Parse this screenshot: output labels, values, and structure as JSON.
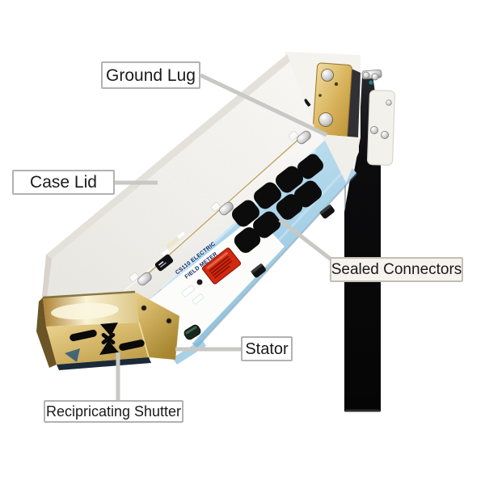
{
  "figure": {
    "type": "labeled-product-diagram",
    "background": "#ffffff"
  },
  "callouts": [
    {
      "id": "ground-lug",
      "label": "Ground Lug"
    },
    {
      "id": "case-lid",
      "label": "Case Lid"
    },
    {
      "id": "sealed-connectors",
      "label": "Sealed Connectors"
    },
    {
      "id": "stator",
      "label": "Stator"
    },
    {
      "id": "recipricating-shutter",
      "label": "Recipricating Shutter"
    }
  ],
  "device": {
    "nameplate_line1": "CS110 ELECTRIC",
    "nameplate_line2": "FIELD METER"
  },
  "colors": {
    "leader_line": "#c8c8c6",
    "callout_border": "#b2b2b2",
    "case_white": "#f4f2ed",
    "connector_panel_blue": "#a8d2e8",
    "connector_black": "#0c0c0c",
    "brass": "#d3ad55",
    "warning_label_red": "#d3290e",
    "pole_black": "#0a0a0a"
  }
}
